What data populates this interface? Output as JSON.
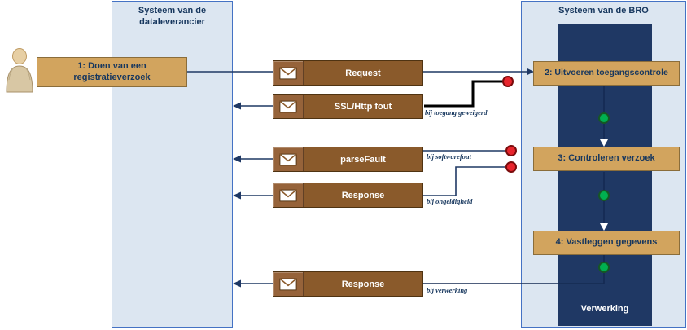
{
  "diagram": {
    "lanes": {
      "supplier": {
        "title": "Systeem van de dataleverancier"
      },
      "bro": {
        "title": "Systeem van de BRO",
        "processing": "Verwerking"
      }
    },
    "activities": [
      {
        "label": "1: Doen van een registratieverzoek"
      },
      {
        "label": "2: Uitvoeren toegangscontrole"
      },
      {
        "label": "3: Controleren verzoek"
      },
      {
        "label": "4: Vastleggen gegevens"
      }
    ],
    "messages": [
      {
        "label": "Request",
        "condition": ""
      },
      {
        "label": "SSL/Http fout",
        "condition": "bij toegang geweigerd"
      },
      {
        "label": "parseFault",
        "condition": "bij softwarefout"
      },
      {
        "label": "Response",
        "condition": "bij ongeldigheid"
      },
      {
        "label": "Response",
        "condition": "bij verwerking"
      }
    ],
    "colors": {
      "lane_fill": "#dce6f1",
      "lane_border": "#4472c4",
      "processing_fill": "#1f3864",
      "activity_fill": "#d2a45e",
      "activity_border": "#8a6d3b",
      "message_fill": "#8a5a2b",
      "message_border": "#4f3312",
      "arrow": "#1f3864",
      "error_dot": "#e8252d",
      "ok_dot": "#00b050"
    }
  }
}
